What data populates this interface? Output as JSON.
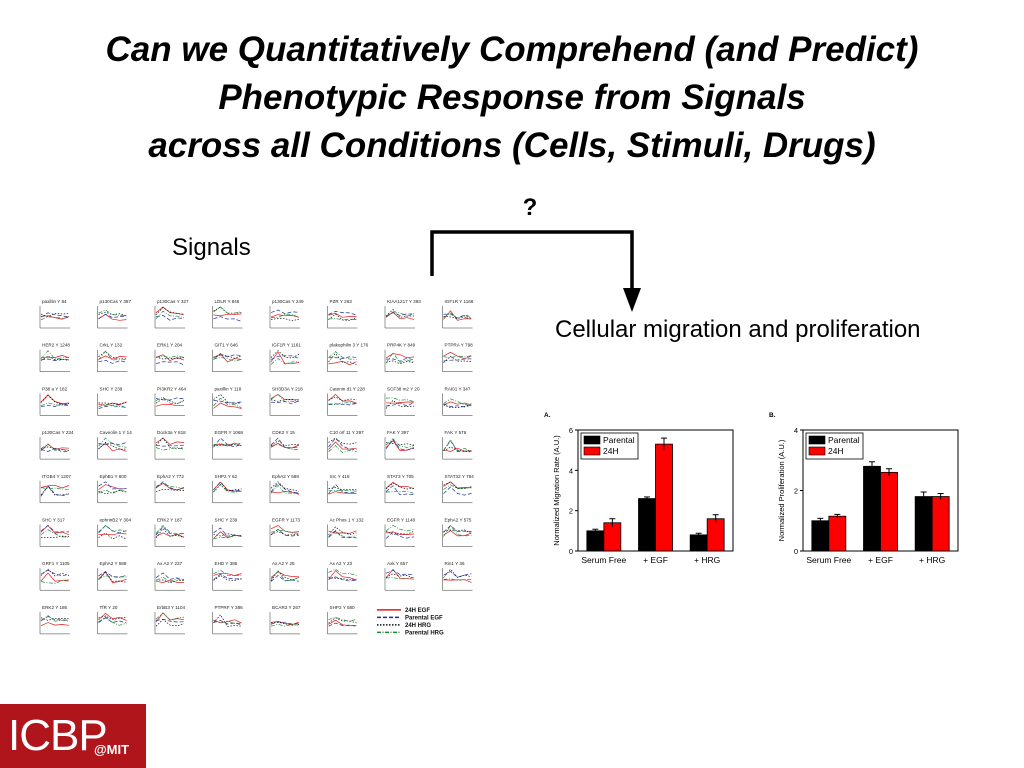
{
  "title": {
    "line1": "Can we Quantitatively Comprehend (and Predict)",
    "line2": "Phenotypic Response from Signals",
    "line3": "across all Conditions (Cells, Stimuli, Drugs)"
  },
  "question_mark": "?",
  "signals_label": "Signals",
  "outcome_label": "Cellular migration and proliferation",
  "logo": {
    "main": "ICBP",
    "sub": "@MIT"
  },
  "signal_grid": {
    "panels": [
      "paxillin Y 84",
      "p130Cas Y 387",
      "p130Cas Y 327",
      "LDLR Y 846",
      "p130Cas Y 249",
      "PZR Y 263",
      "KIAA1217 Y 393",
      "IGF1R Y 1166",
      "HER2 Y 1248",
      "CrkL Y 132",
      "ERK1 Y 204",
      "GIT1 Y 646",
      "IGF1R Y 1161",
      "plakophilin 3 Y 176",
      "PRP4K Y 849",
      "PTPRA Y 798",
      "P38 a Y 182",
      "SHC Y 239",
      "PI3KR2 Y 464",
      "paxillin Y 118",
      "SH3D3A Y 218",
      "Catenin d1 Y 228",
      "SCF38 m2 Y 20",
      "RAI01 Y 347",
      "p130Cas Y 234",
      "Caveolin 1 Y 14",
      "Dock3a Y 818",
      "EGFR Y 1068",
      "CDK2 Y 15",
      "C10 orf 11 Y 297",
      "FAK Y 397",
      "FAK Y 576",
      "ITGB4 Y 1207",
      "EphB1 Y 600",
      "EphA2 Y 772",
      "SHP2 Y 62",
      "EphA2 Y 588",
      "Src Y 418",
      "STAT3 Y 705",
      "STAT32 Y 784",
      "SHC Y 317",
      "ephrinB2 Y 304",
      "ERK2 Y 187",
      "SHC Y 239",
      "EGFR Y 1173",
      "Ac Phos 1 Y 132",
      "EGFR Y 1148",
      "EphA2 Y 575",
      "GRF1 Y 1105",
      "EphA2 Y 588",
      "Ax A2 Y 237",
      "EHD Y 385",
      "Ax A2 Y 25",
      "Ax A2 Y 23",
      "Axk Y 657",
      "Rin1 Y 36",
      "ERK2 Y 186",
      "TfR Y 20",
      "ErbB3 Y 1104",
      "PTPRF Y 386",
      "BCAR3 Y 267",
      "SHP2 Y 580"
    ]
  },
  "legend": [
    {
      "name": "24H EGF",
      "color": "#e41a1c",
      "dash": "solid"
    },
    {
      "name": "Parental EGF",
      "color": "#1f2f9a",
      "dash": "dashed"
    },
    {
      "name": "24H HRG",
      "color": "#111111",
      "dash": "dotted"
    },
    {
      "name": "Parental HRG",
      "color": "#1b8a3a",
      "dash": "dashdot"
    }
  ],
  "chart_data": [
    {
      "type": "bar",
      "panel_label": "A.",
      "categories": [
        "Serum Free",
        "+ EGF",
        "+ HRG"
      ],
      "series": [
        {
          "name": "Parental",
          "color": "#000000",
          "values": [
            1.0,
            2.6,
            0.8
          ],
          "errors": [
            0.08,
            0.08,
            0.08
          ]
        },
        {
          "name": "24H",
          "color": "#ff0000",
          "values": [
            1.4,
            5.3,
            1.6
          ],
          "errors": [
            0.2,
            0.3,
            0.2
          ]
        }
      ],
      "ylabel": "Normalized Migration Rate (A.U.)",
      "ylim": [
        0,
        6
      ],
      "yticks": [
        0,
        2,
        4,
        6
      ],
      "legend_position": "top-left"
    },
    {
      "type": "bar",
      "panel_label": "B.",
      "categories": [
        "Serum Free",
        "+ EGF",
        "+ HRG"
      ],
      "series": [
        {
          "name": "Parental",
          "color": "#000000",
          "values": [
            1.0,
            2.8,
            1.8
          ],
          "errors": [
            0.08,
            0.15,
            0.15
          ]
        },
        {
          "name": "24H",
          "color": "#ff0000",
          "values": [
            1.15,
            2.6,
            1.8
          ],
          "errors": [
            0.06,
            0.12,
            0.1
          ]
        }
      ],
      "ylabel": "Normalized Proliferation (A.U.)",
      "ylim": [
        0,
        4
      ],
      "yticks": [
        0,
        2,
        4
      ],
      "legend_position": "top-left"
    }
  ]
}
